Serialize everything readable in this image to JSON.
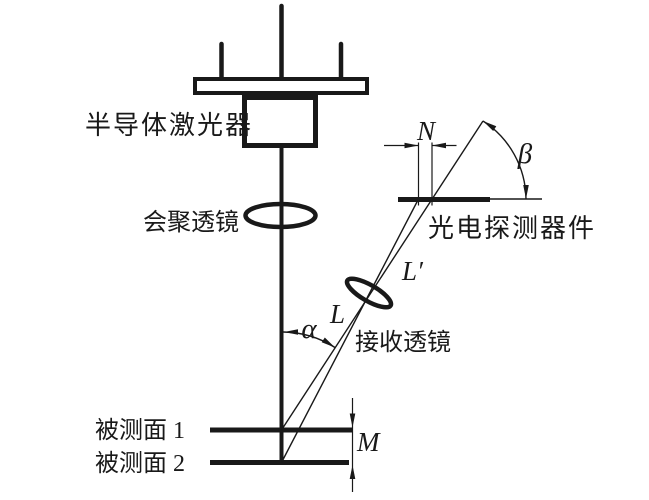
{
  "diagram": {
    "background": "#ffffff",
    "line_color": "#191919",
    "components": {
      "laser_label": "半导体激光器",
      "condenser_lens_label": "会聚透镜",
      "detector_label": "光电探测器件",
      "receiver_lens_label": "接收透镜",
      "surface1_label": "被测面 1",
      "surface2_label": "被测面 2"
    },
    "symbols": {
      "spot_shift": "N",
      "detector_angle": "β",
      "image_distance": "L′",
      "object_distance": "L",
      "triangulation_angle": "α",
      "surface_displacement": "M"
    }
  }
}
